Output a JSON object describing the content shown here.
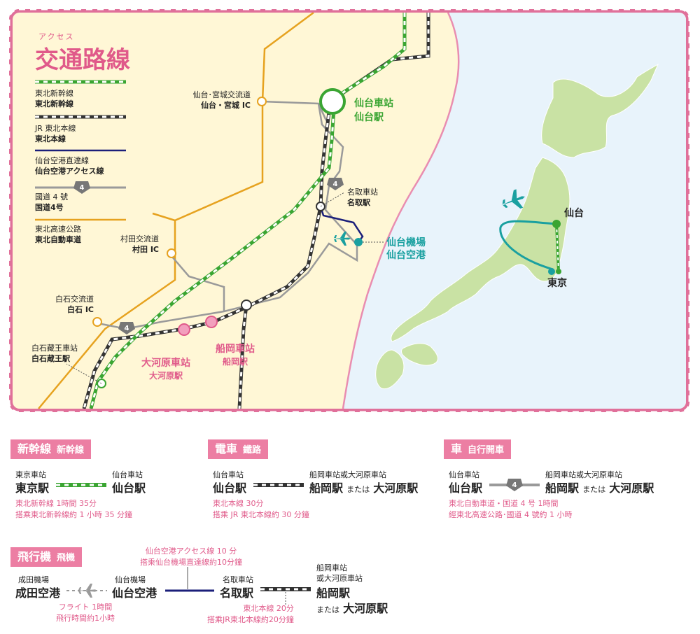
{
  "title": {
    "small": "アクセス",
    "big": "交通路線"
  },
  "legend": [
    {
      "t1": "東北新幹線",
      "t2": "東北新幹線"
    },
    {
      "t1": "JR 東北本線",
      "t2": "東北本線"
    },
    {
      "t1": "仙台空港直達線",
      "t2": "仙台空港アクセス線"
    },
    {
      "t1": "國道 4 號",
      "t2": "国道4号"
    },
    {
      "t1": "東北高速公路",
      "t2": "東北自動車道"
    }
  ],
  "route_badge": "4",
  "map_labels": {
    "sendai_ic_1": "仙台･宮城交流道",
    "sendai_ic_2": "仙台・宮城 IC",
    "sendai_st_1": "仙台車站",
    "sendai_st_2": "仙台駅",
    "natori_1": "名取車站",
    "natori_2": "名取駅",
    "airport_1": "仙台機場",
    "airport_2": "仙台空港",
    "murata_1": "村田交流道",
    "murata_2": "村田 IC",
    "shiroishi_1": "白石交流道",
    "shiroishi_2": "白石 IC",
    "zao_1": "白石藏王車站",
    "zao_2": "白石蔵王駅",
    "funaoka_1": "船岡車站",
    "funaoka_2": "船岡駅",
    "ogawara_1": "大河原車站",
    "ogawara_2": "大河原駅",
    "japan_sendai": "仙台",
    "japan_tokyo": "東京"
  },
  "sections": {
    "shinkansen": {
      "header": "新幹線",
      "header_sub": "新幹線",
      "from_small": "東京車站",
      "from_big": "東京駅",
      "to_small": "仙台車站",
      "to_big": "仙台駅",
      "note1": "東北新幹線  1時間 35分",
      "note2": "搭乘東北新幹線約 1 小時 35 分鐘"
    },
    "train": {
      "header": "電車",
      "header_sub": "鐵路",
      "from_small": "仙台車站",
      "from_big": "仙台駅",
      "to_small": "船岡車站或大河原車站",
      "to_big1": "船岡駅",
      "to_mid": "または",
      "to_big2": "大河原駅",
      "note1": "東北本線  30分",
      "note2": "搭乘 JR 東北本線約 30 分鐘"
    },
    "car": {
      "header": "車",
      "header_sub": "自行開車",
      "from_small": "仙台車站",
      "from_big": "仙台駅",
      "to_small": "船岡車站或大河原車站",
      "to_big1": "船岡駅",
      "to_mid": "または",
      "to_big2": "大河原駅",
      "note1": "東北自動車道・国道 4 号  1時間",
      "note2": "經東北高速公路･國道 4 號約 1 小時"
    },
    "plane": {
      "header": "飛行機",
      "header_sub": "飛機",
      "from_small": "成田機場",
      "from_big": "成田空港",
      "mid_small": "仙台機場",
      "mid_big": "仙台空港",
      "access_note1": "仙台空港アクセス線  10 分",
      "access_note2": "搭乘仙台機場直達線約10分鐘",
      "natori_small": "名取車站",
      "natori_big": "名取駅",
      "final_small1": "船岡車站",
      "final_small2": "或大河原車站",
      "final_big1": "船岡駅",
      "final_mid": "または",
      "final_big2": "大河原駅",
      "flight_note1": "フライト  1時間",
      "flight_note2": "飛行時間約1小時",
      "line_note1": "東北本線  20分",
      "line_note2": "搭乘JR東北本線約20分鐘"
    }
  },
  "colors": {
    "frame": "#e0709a",
    "land": "#fff7d6",
    "sea": "#e8f3fb",
    "japan": "#c9e2a4",
    "shinkansen": "#3aa532",
    "jr": "#333333",
    "airline": "#1b1f7a",
    "route4": "#9a9a9a",
    "expressway": "#e6a21f",
    "teal": "#1aa0a0",
    "pink": "#e05a8a"
  }
}
